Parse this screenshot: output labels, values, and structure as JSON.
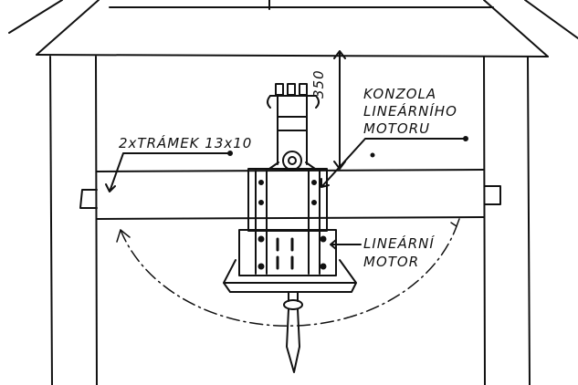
{
  "labels": {
    "beams": "2xTRÁMEK 13x10",
    "dimension": "350",
    "bracket_line1": "KONZOLA",
    "bracket_line2": "LINEÁRNÍHO",
    "bracket_line3": "MOTORU",
    "motor_line1": "LINEÁRNÍ",
    "motor_line2": "MOTOR"
  },
  "colors": {
    "ink": "#111111",
    "paper": "#ffffff"
  }
}
